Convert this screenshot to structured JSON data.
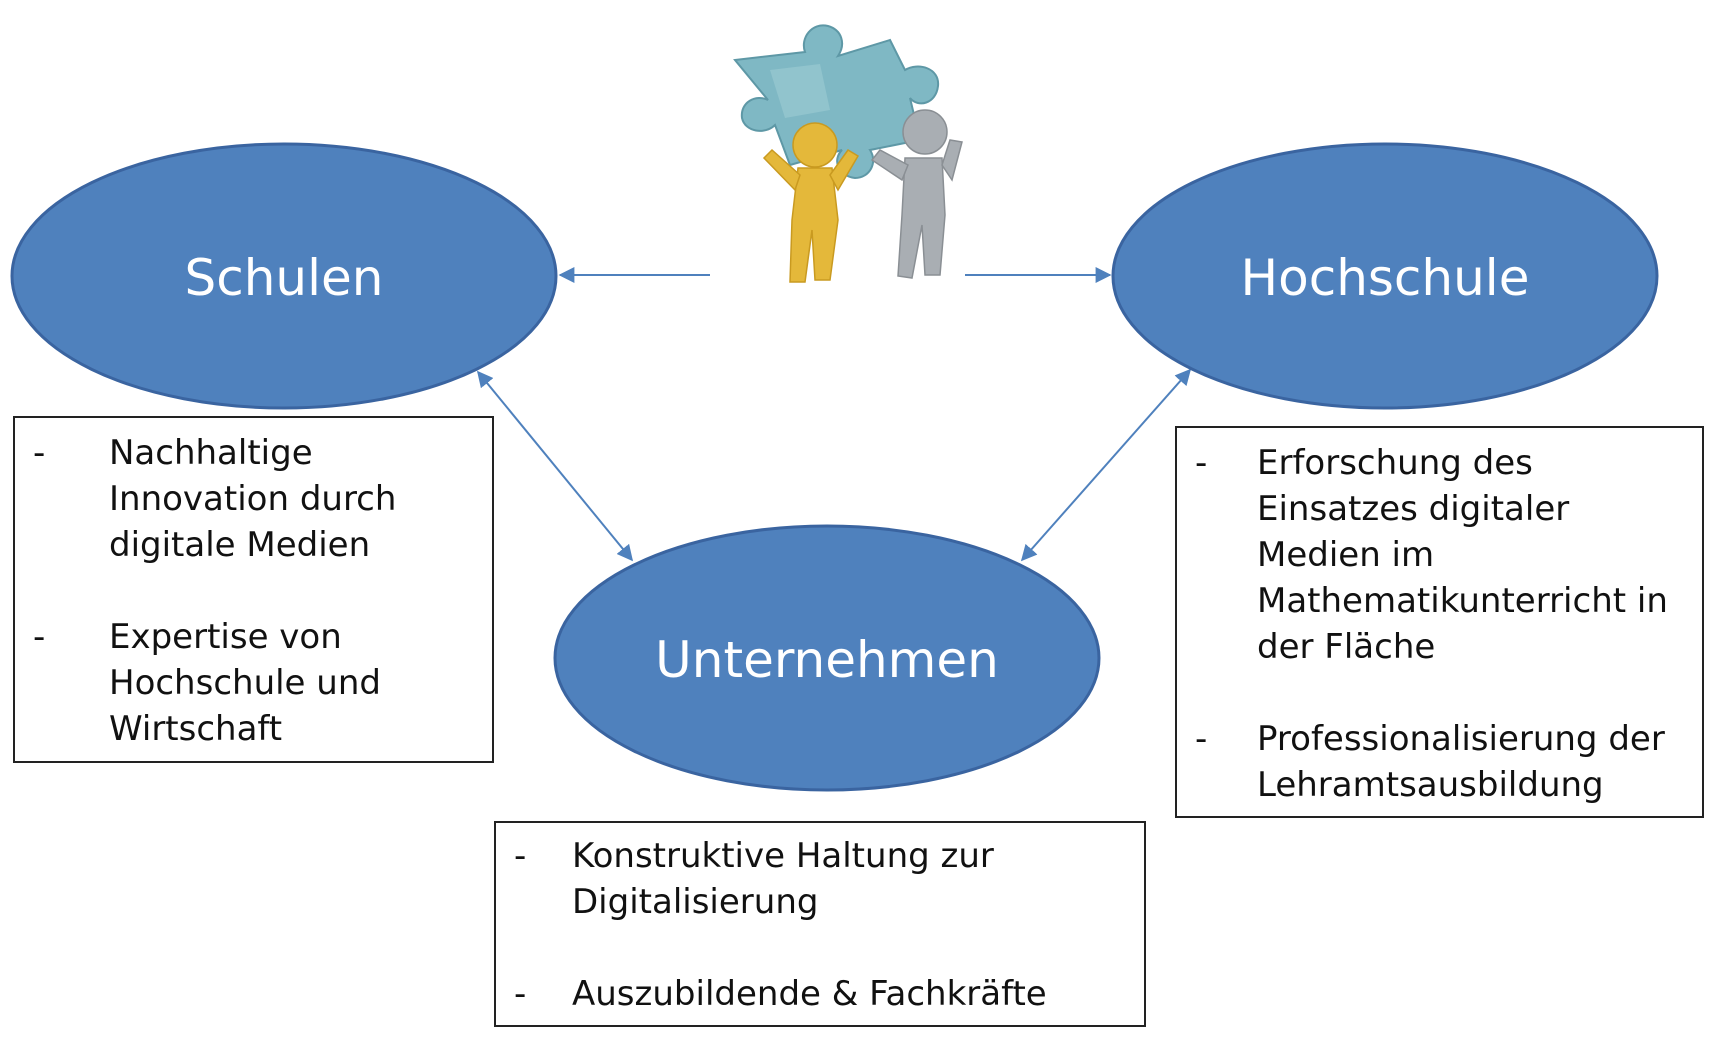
{
  "nodes": {
    "schulen": "Schulen",
    "hochschule": "Hochschule",
    "unternehmen": "Unternehmen"
  },
  "boxes": {
    "schulen": [
      "Nachhaltige\nInnovation durch\ndigitale Medien",
      "Expertise von\nHochschule und\nWirtschaft"
    ],
    "hochschule": [
      "Erforschung des\nEinsatzes digitaler\nMedien im\nMathematikunterricht in\nder Fläche",
      "Professionalisierung der\nLehramtsausbildung"
    ],
    "unternehmen": [
      "Konstruktive Haltung zur\nDigitalisierung",
      "Auszubildende & Fachkräfte"
    ]
  },
  "bullet": "-",
  "colors": {
    "ellipse_fill": "#4f81bd",
    "ellipse_stroke": "#3a64a0",
    "arrow": "#4f81bd",
    "puzzle": "#7fb8c4",
    "figure_gold": "#e4b83a",
    "figure_silver": "#a9aeb3"
  },
  "icons": {
    "puzzle": "puzzle-teamwork-icon"
  }
}
